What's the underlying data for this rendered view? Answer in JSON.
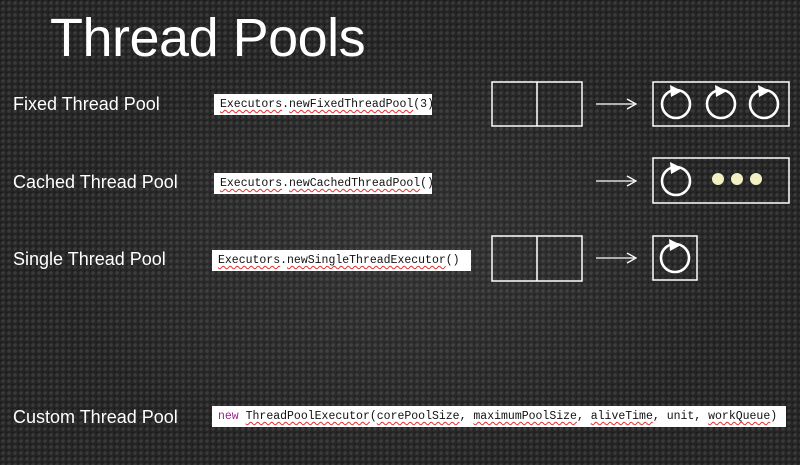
{
  "title": "Thread Pools",
  "rows": [
    {
      "label": "Fixed Thread Pool",
      "code_class": "Executors",
      "code_method": "newFixedThreadPool",
      "code_args": "(3)"
    },
    {
      "label": "Cached Thread Pool",
      "code_class": "Executors",
      "code_method": "newCachedThreadPool",
      "code_args": "()"
    },
    {
      "label": "Single Thread Pool",
      "code_class": "Executors",
      "code_method": "newSingleThreadExecutor",
      "code_args": "()"
    },
    {
      "label": "Custom Thread Pool",
      "code_keyword": "new",
      "code_class": "ThreadPoolExecutor",
      "code_params": [
        "corePoolSize",
        "maximumPoolSize",
        "aliveTime",
        "unit",
        "workQueue"
      ]
    }
  ],
  "colors": {
    "background": "#242424",
    "text": "#ffffff",
    "code_keyword": "#9b1f8e",
    "cached_dots": "#f3f0c4"
  },
  "icons": {
    "thread": "thread-cycle-icon",
    "queue": "task-queue-icon",
    "arrow": "arrow-right-icon",
    "more": "ellipsis-dots-icon"
  }
}
